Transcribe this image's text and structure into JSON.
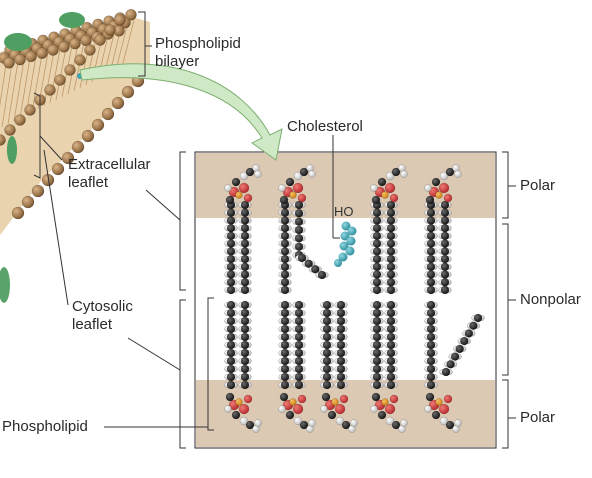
{
  "labels": {
    "phospholipid_bilayer_line1": "Phospholipid",
    "phospholipid_bilayer_line2": "bilayer",
    "cholesterol": "Cholesterol",
    "ho": "HO",
    "extracellular_line1": "Extracellular",
    "extracellular_line2": "leaflet",
    "cytosolic_line1": "Cytosolic",
    "cytosolic_line2": "leaflet",
    "phospholipid": "Phospholipid",
    "polar_top": "Polar",
    "nonpolar": "Nonpolar",
    "polar_bottom": "Polar"
  },
  "colors": {
    "polar_band": "#dcc9b3",
    "head_red": "#d2353a",
    "phosphorus_orange": "#e3962a",
    "carbon_dark": "#1b1b1b",
    "hydrogen_white": "#f2f2f2",
    "cholesterol_teal": "#3ea4b3",
    "bilayer_bead": "#9b7449",
    "protein_green": "#4f9e62",
    "arrow_green": "#cfe8c6"
  },
  "icons": {
    "bilayer": "lipid-bilayer-illustration",
    "arrow": "curved-zoom-arrow",
    "molecules": "space-filling-phospholipid-models"
  }
}
